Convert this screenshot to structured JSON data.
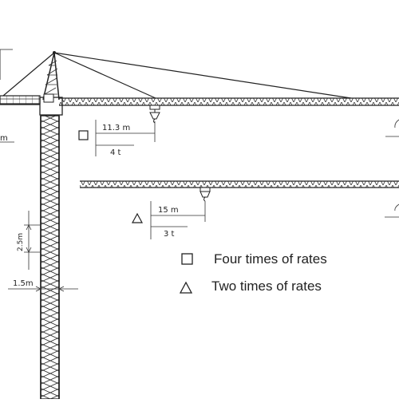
{
  "diagram": {
    "upper_jib": {
      "distance_label": "11.3 m",
      "load_label": "4 t",
      "condition_marker": "square"
    },
    "lower_jib": {
      "distance_label": "15 m",
      "load_label": "3 t",
      "condition_marker": "triangle"
    },
    "mast": {
      "section_height_label": "2.5m",
      "section_width_label": "1.5m"
    },
    "edge_labels": {
      "left_cut": "m"
    },
    "legend": [
      {
        "marker": "square",
        "label": "Four times of rates"
      },
      {
        "marker": "triangle",
        "label": "Two times of rates"
      }
    ]
  }
}
